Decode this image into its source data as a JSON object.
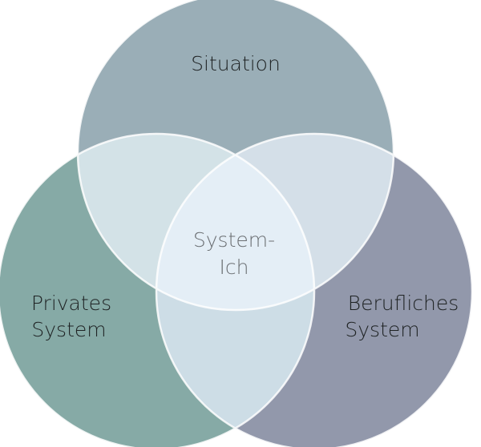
{
  "diagram": {
    "sets": [
      {
        "id": "situation",
        "lines": [
          "Situation"
        ],
        "color": "#9aaeb7"
      },
      {
        "id": "privates",
        "lines": [
          "Privates",
          "System"
        ],
        "color": "#86aaa6"
      },
      {
        "id": "berufliches",
        "lines": [
          "Berufliches",
          "System"
        ],
        "color": "#9298ab"
      }
    ],
    "overlaps": {
      "situation_privates": "#d3e2e7",
      "situation_berufliches": "#d4dfe8",
      "privates_berufliches": "#cddde6",
      "center": "#e4eef6"
    },
    "center": {
      "lines": [
        "System-",
        "Ich"
      ]
    }
  }
}
